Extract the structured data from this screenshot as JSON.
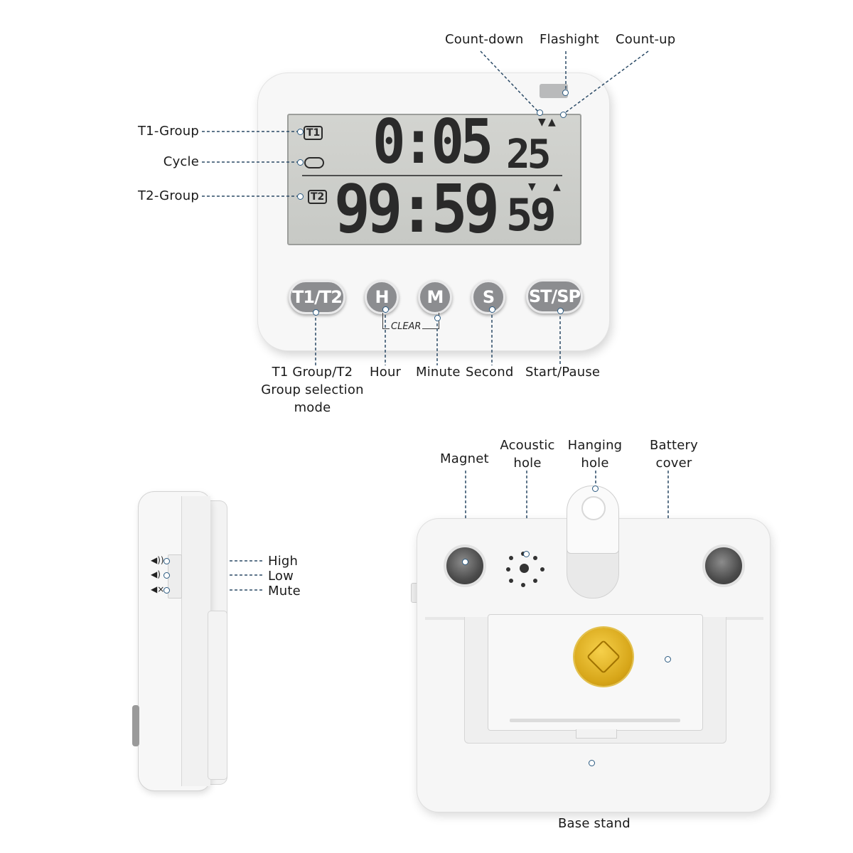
{
  "front": {
    "display": {
      "t1_tag": "T1",
      "t1_time": "0:05",
      "t1_seconds": "25",
      "t2_tag": "T2",
      "t2_time": "99:59",
      "t2_seconds": "59"
    },
    "buttons": {
      "t1t2": "T1/T2",
      "h": "H",
      "m": "M",
      "s": "S",
      "stsp": "ST/SP",
      "clear": "CLEAR"
    },
    "labels": {
      "count_down": "Count-down",
      "flashlight": "Flashight",
      "count_up": "Count-up",
      "t1_group": "T1-Group",
      "cycle": "Cycle",
      "t2_group": "T2-Group",
      "group_selection": "T1 Group/T2 Group selection mode",
      "hour": "Hour",
      "minute": "Minute",
      "second": "Second",
      "start_pause": "Start/Pause"
    }
  },
  "side": {
    "labels": {
      "high": "High",
      "low": "Low",
      "mute": "Mute"
    }
  },
  "back": {
    "labels": {
      "magnet": "Magnet",
      "acoustic_hole": "Acoustic hole",
      "hanging_hole": "Hanging hole",
      "battery_cover": "Battery cover",
      "base_stand": "Base stand"
    }
  },
  "colors": {
    "leader": "#2b4a66",
    "button": "#8c8d90",
    "lcd": "#cdcecb",
    "seal": "#d7a619"
  }
}
